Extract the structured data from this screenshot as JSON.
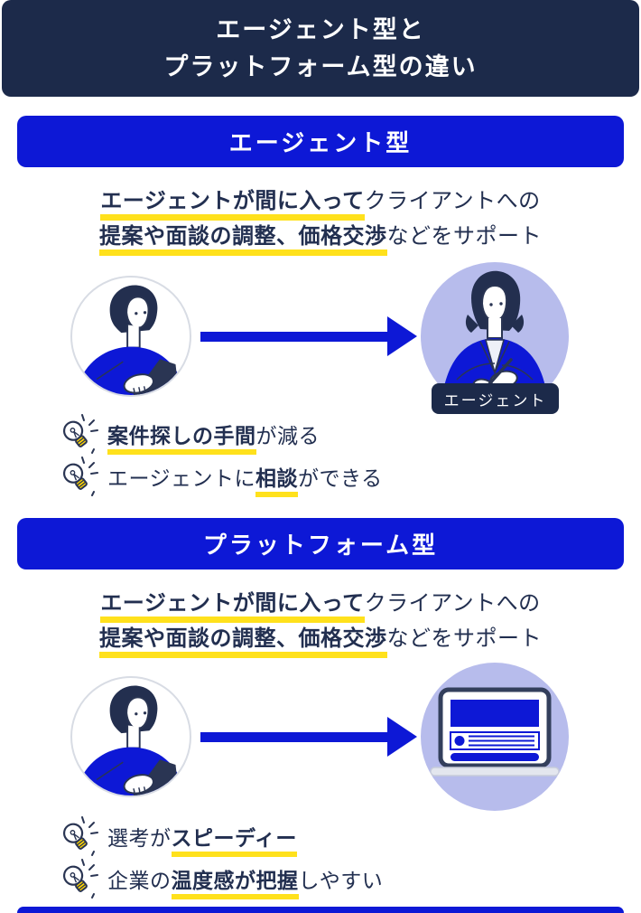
{
  "header": {
    "title_line1": "エージェント型と",
    "title_line2": "プラットフォーム型の違い"
  },
  "colors": {
    "navy": "#1c2a4a",
    "blue": "#0d18d6",
    "lavender": "#b7bcec",
    "highlight_yellow": "#ffe11c"
  },
  "icons": {
    "bullet": "lightbulb-icon",
    "flow": "arrow-right-icon",
    "left_figure": "freelancer-at-laptop-illustration",
    "agent_figure": "agent-writing-illustration",
    "platform_figure": "laptop-website-illustration"
  },
  "sections": [
    {
      "banner": "エージェント型",
      "desc_line1": [
        {
          "t": "エージェントが間に入って",
          "hl": true
        },
        {
          "t": "クライアントへの",
          "hl": false
        }
      ],
      "desc_line2": [
        {
          "t": "提案や面談の調整、価格交渉",
          "hl": true
        },
        {
          "t": "などをサポート",
          "hl": false
        }
      ],
      "agent_label": "エージェント",
      "bullets": [
        {
          "parts": [
            {
              "t": "案件探しの手間",
              "hl": true
            },
            {
              "t": "が減る",
              "hl": false
            }
          ]
        },
        {
          "parts": [
            {
              "t": "エージェントに",
              "hl": false
            },
            {
              "t": "相談",
              "hl": true
            },
            {
              "t": "ができる",
              "hl": false
            }
          ]
        }
      ]
    },
    {
      "banner": "プラットフォーム型",
      "desc_line1": [
        {
          "t": "エージェントが間に入って",
          "hl": true
        },
        {
          "t": "クライアントへの",
          "hl": false
        }
      ],
      "desc_line2": [
        {
          "t": "提案や面談の調整、価格交渉",
          "hl": true
        },
        {
          "t": "などをサポート",
          "hl": false
        }
      ],
      "bullets": [
        {
          "parts": [
            {
              "t": "選考が",
              "hl": false
            },
            {
              "t": "スピーディー",
              "hl": true
            }
          ]
        },
        {
          "parts": [
            {
              "t": "企業の",
              "hl": false
            },
            {
              "t": "温度感が把握",
              "hl": true
            },
            {
              "t": "しやすい",
              "hl": false
            }
          ]
        }
      ]
    }
  ]
}
